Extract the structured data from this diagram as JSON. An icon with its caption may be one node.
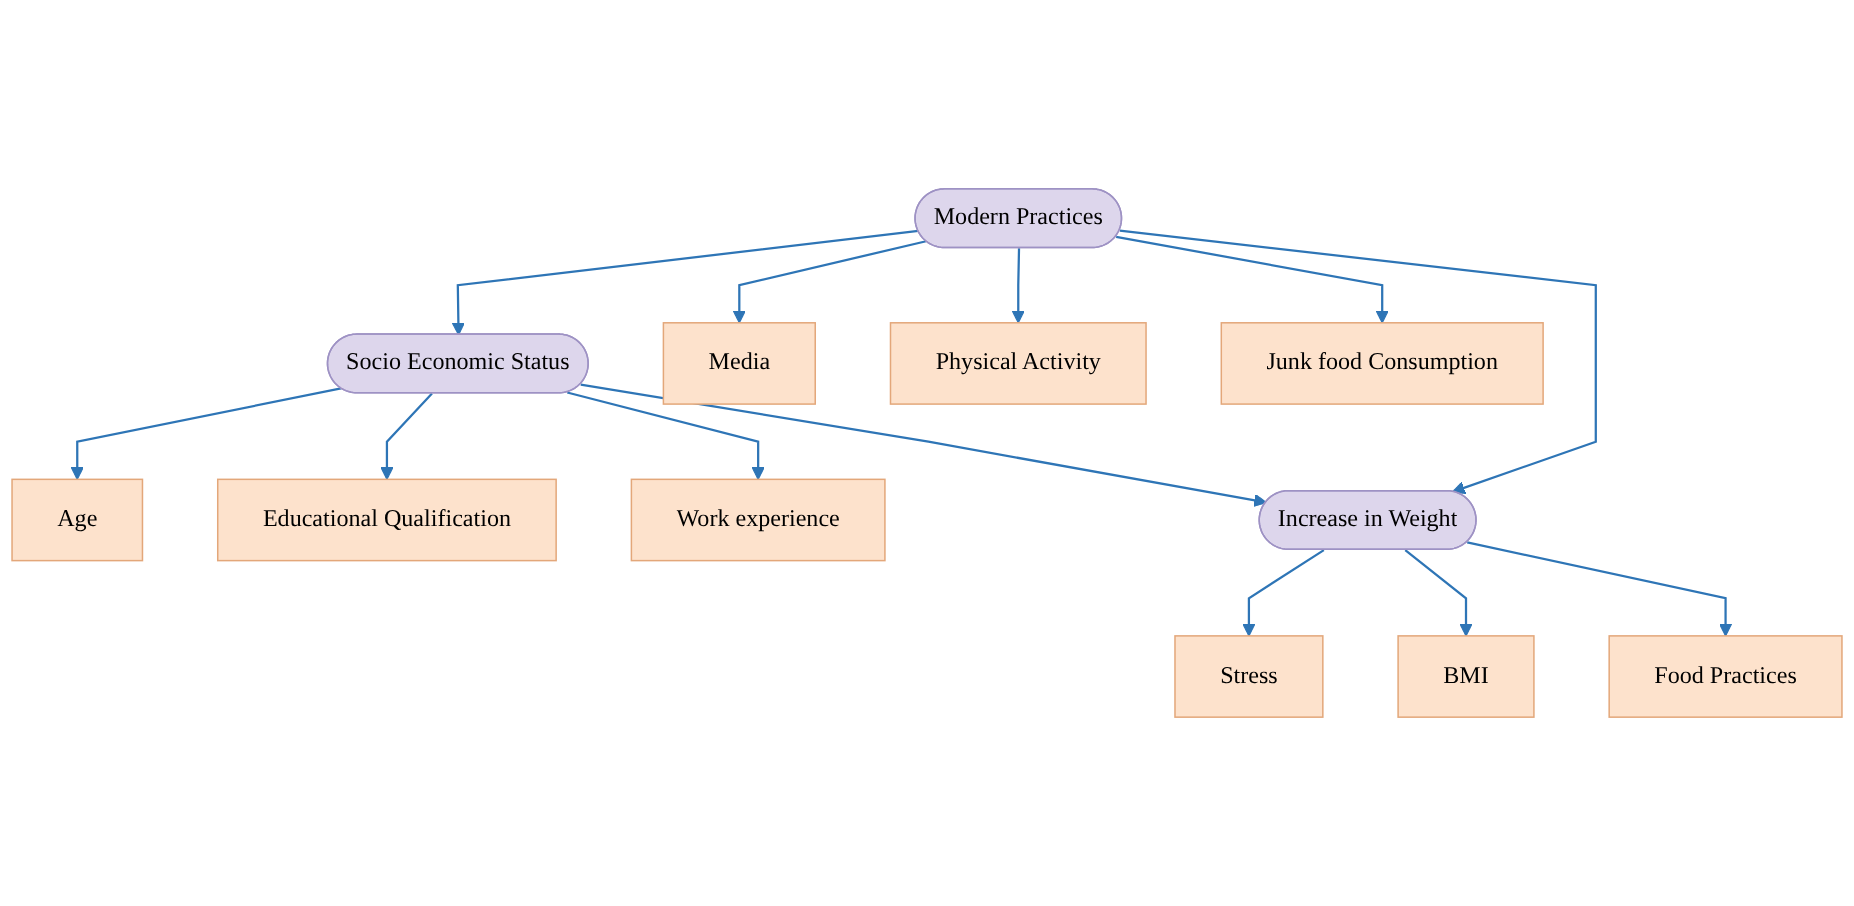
{
  "diagram": {
    "nodes": [
      {
        "text": [
          "Stress"
        ]
      },
      {
        "text": [
          "BMI"
        ]
      },
      {
        "text": [
          "Food Practices"
        ]
      },
      {
        "text": [
          "Age"
        ]
      },
      {
        "text": [
          "Educational Qualification"
        ]
      },
      {
        "text": [
          "Work experience"
        ]
      },
      {
        "text": [
          "Increase in Weight"
        ]
      },
      {
        "text": [
          "Socio Economic Status"
        ]
      },
      {
        "text": [
          "Modern Practices"
        ]
      },
      {
        "text": [
          "Media"
        ]
      },
      {
        "text": [
          "Physical Activity"
        ]
      },
      {
        "text": [
          "Junk food Consumption"
        ]
      }
    ],
    "edges": [
      {
        "from": 6,
        "to": 0,
        "arrow": "to"
      },
      {
        "from": 6,
        "to": 1,
        "arrow": "to"
      },
      {
        "from": 6,
        "to": 2,
        "arrow": "to"
      },
      {
        "from": 7,
        "to": 3,
        "arrow": "to"
      },
      {
        "from": 7,
        "to": 4,
        "arrow": "to"
      },
      {
        "from": 7,
        "to": 5,
        "arrow": "to"
      },
      {
        "from": 7,
        "to": 6,
        "arrow": "to"
      },
      {
        "from": 8,
        "to": 6,
        "arrow": "to"
      },
      {
        "from": 8,
        "to": 7,
        "arrow": "to"
      },
      {
        "from": 8,
        "to": 9,
        "arrow": "to"
      },
      {
        "from": 8,
        "to": 10,
        "arrow": "to"
      },
      {
        "from": 8,
        "to": 11,
        "arrow": "to"
      }
    ]
  }
}
